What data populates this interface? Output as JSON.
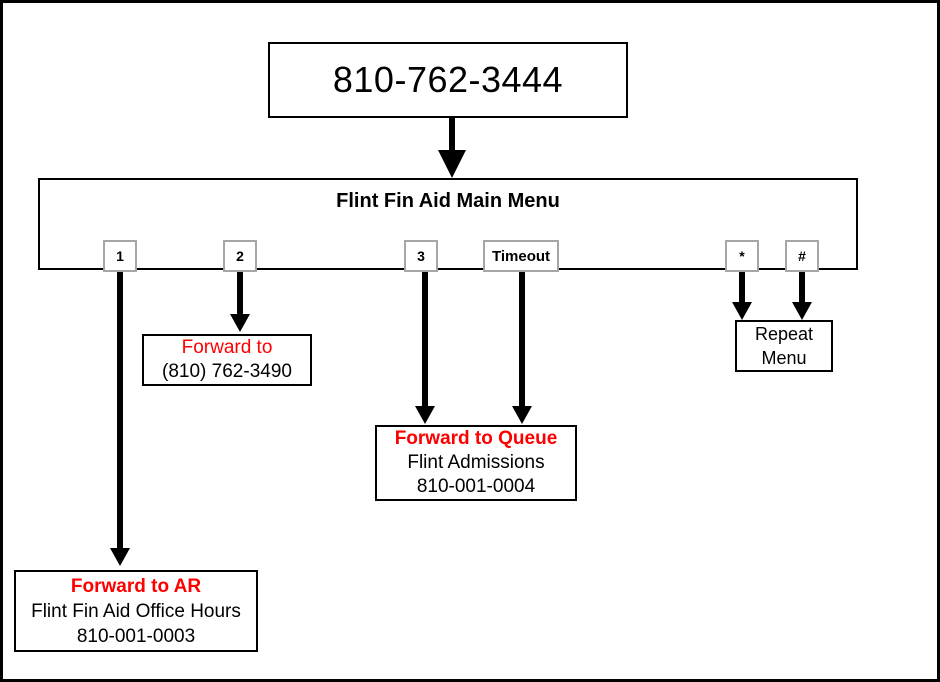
{
  "root_box": {
    "phone_number": "810-762-3444"
  },
  "menu": {
    "title": "Flint Fin Aid Main Menu"
  },
  "keys": {
    "key1": "1",
    "key2": "2",
    "key3": "3",
    "timeout": "Timeout",
    "star": "*",
    "hash": "#"
  },
  "destinations": {
    "forward": {
      "line1": "Forward to",
      "line2": "(810) 762-3490"
    },
    "queue": {
      "line1": "Forward to Queue",
      "line2": "Flint Admissions",
      "line3": "810-001-0004"
    },
    "repeat": {
      "line1": "Repeat",
      "line2": "Menu"
    },
    "ar": {
      "line1": "Forward to AR",
      "line2": "Flint Fin Aid Office Hours",
      "line3": "810-001-0003"
    }
  },
  "colors": {
    "accent_red": "#FF0000",
    "line_black": "#000000",
    "key_border_gray": "#A6A6A6"
  }
}
